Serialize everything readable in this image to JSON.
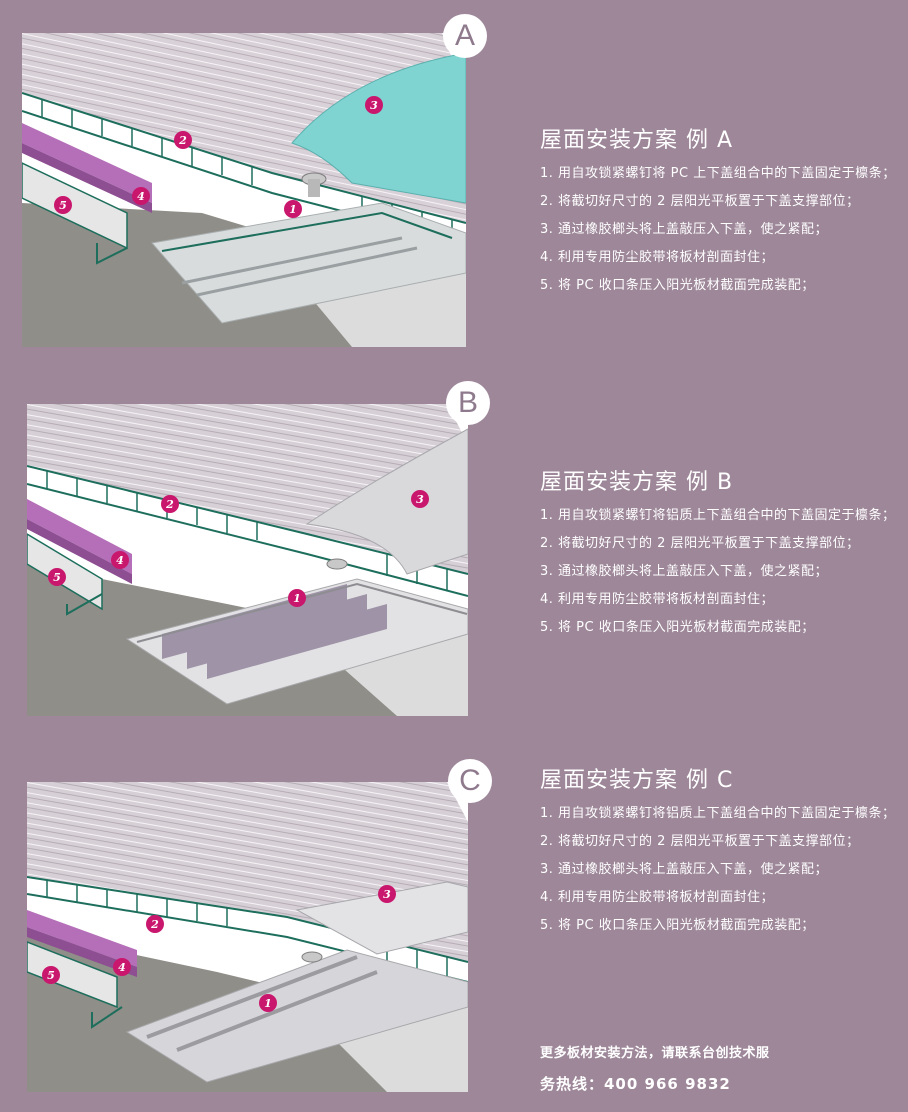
{
  "sections": [
    {
      "badge": "A",
      "title": "屋面安装方案 例 A",
      "steps": [
        "1. 用自攻锁紧螺钉将 PC 上下盖组合中的下盖固定于檩条；",
        "2. 将截切好尺寸的 2 层阳光平板置于下盖支撑部位；",
        "3. 通过橡胶榔头将上盖敲压入下盖，使之紧配；",
        "4. 利用专用防尘胶带将板材剖面封住；",
        "5. 将 PC 收口条压入阳光板材截面完成装配；"
      ],
      "cap_color": "#7fd4d2",
      "base_color": "#d8dcdc"
    },
    {
      "badge": "B",
      "title": "屋面安装方案 例 B",
      "steps": [
        "1. 用自攻锁紧螺钉将铝质上下盖组合中的下盖固定于檩条；",
        "2. 将截切好尺寸的 2 层阳光平板置于下盖支撑部位；",
        "3. 通过橡胶榔头将上盖敲压入下盖，使之紧配；",
        "4. 利用专用防尘胶带将板材剖面封住；",
        "5. 将 PC 收口条压入阳光板材截面完成装配；"
      ],
      "cap_color": "#d9d9dc",
      "base_color": "#b9b4c2"
    },
    {
      "badge": "C",
      "title": "屋面安装方案 例 C",
      "steps": [
        "1. 用自攻锁紧螺钉将铝质上下盖组合中的下盖固定于檩条；",
        "2. 将截切好尺寸的 2 层阳光平板置于下盖支撑部位；",
        "3. 通过橡胶榔头将上盖敲压入下盖，使之紧配；",
        "4. 利用专用防尘胶带将板材剖面封住；",
        "5. 将 PC 收口条压入阳光板材截面完成装配；"
      ],
      "cap_color": "#e3e3e6",
      "base_color": "#d6d6da"
    }
  ],
  "callouts": [
    "1",
    "2",
    "3",
    "4",
    "5"
  ],
  "footer": {
    "line1": "更多板材安装方法，请联系台创技术服",
    "line2": "务热线：400 966 9832"
  },
  "colors": {
    "background": "#9d8799",
    "badge_text": "#8f7a8d",
    "callout": "#c9176d",
    "tape": "#b56fb8",
    "panel_edge": "#1d6e5c"
  }
}
